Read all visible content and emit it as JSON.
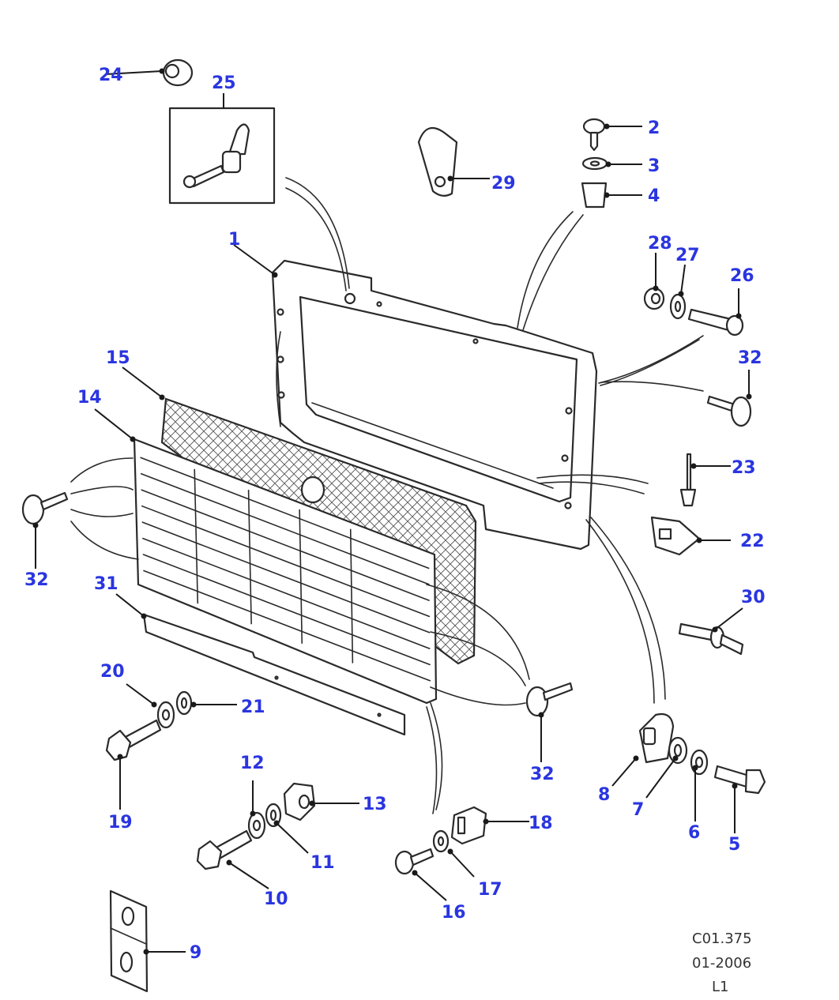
{
  "callout_color": "#2a35e0",
  "callouts": {
    "c1": "1",
    "c2": "2",
    "c3": "3",
    "c4": "4",
    "c5": "5",
    "c6": "6",
    "c7": "7",
    "c8": "8",
    "c9": "9",
    "c10": "10",
    "c11": "11",
    "c12": "12",
    "c13": "13",
    "c14": "14",
    "c15": "15",
    "c16": "16",
    "c17": "17",
    "c18": "18",
    "c19": "19",
    "c20": "20",
    "c21": "21",
    "c22": "22",
    "c23": "23",
    "c24": "24",
    "c25": "25",
    "c26": "26",
    "c27": "27",
    "c28": "28",
    "c29": "29",
    "c30": "30",
    "c31": "31",
    "c32a": "32",
    "c32b": "32",
    "c32c": "32"
  },
  "reference": {
    "code": "C01.375",
    "date": "01-2006",
    "level": "L1"
  }
}
